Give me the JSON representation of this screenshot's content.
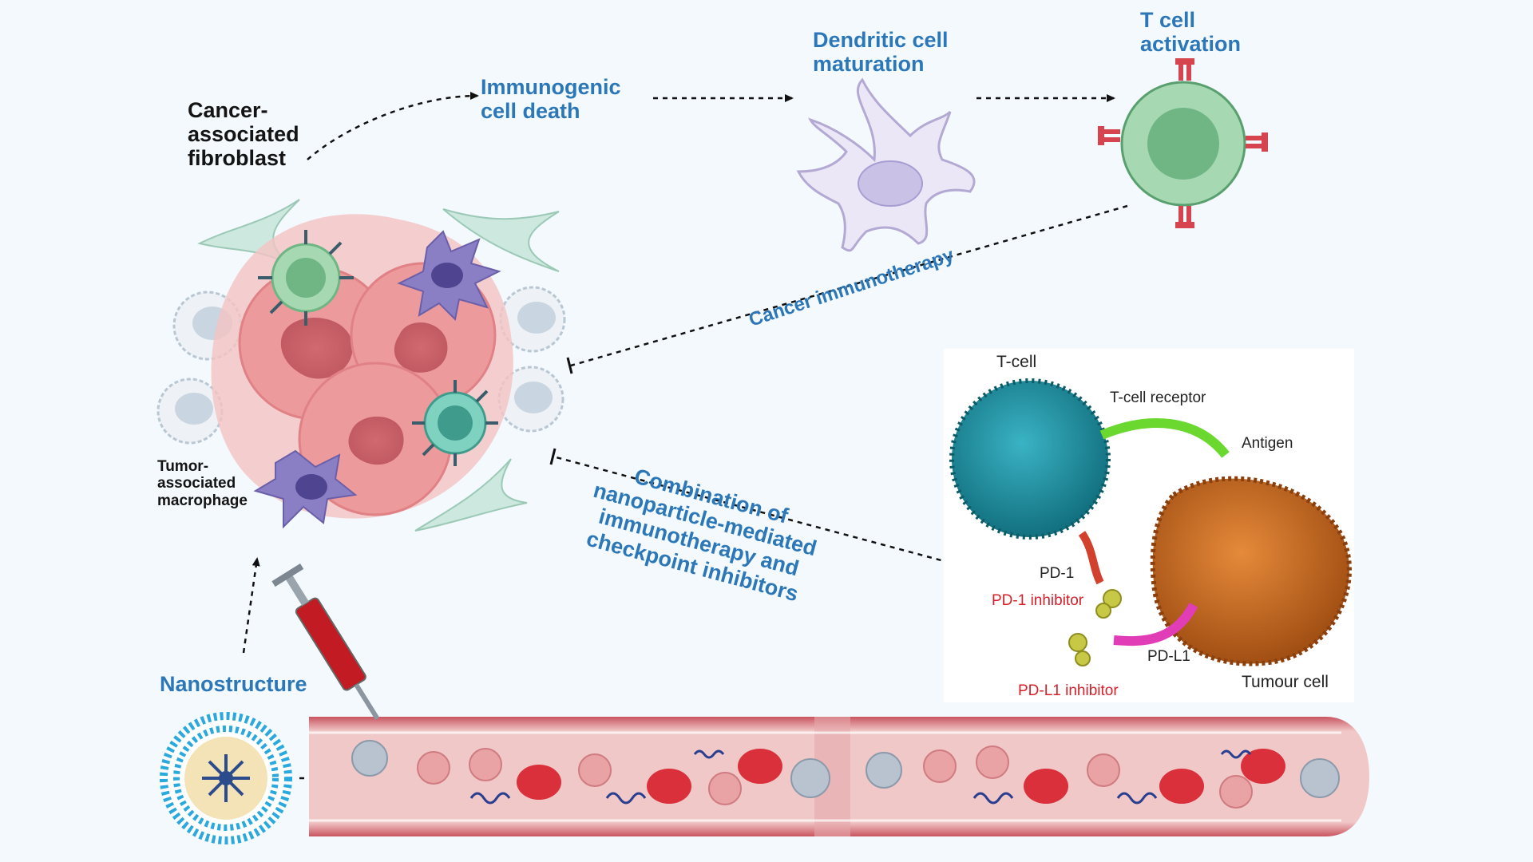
{
  "labels": {
    "caf": "Cancer-\nassociated\nfibroblast",
    "icd": "Immunogenic\ncell death",
    "dc": "Dendritic cell\nmaturation",
    "tcell_activation": "T cell\nactivation",
    "cancer_immunotherapy": "Cancer immunotherapy",
    "combination": "Combination of\nnanoparticle-mediated\nimmunotherapy and\ncheckpoint inhibitors",
    "tam": "Tumor-\nassociated\nmacrophage",
    "nanostructure": "Nanostructure"
  },
  "inset": {
    "tcell": "T-cell",
    "tcr": "T-cell receptor",
    "antigen": "Antigen",
    "pd1": "PD-1",
    "pd1_inhibitor": "PD-1 inhibitor",
    "pdl1": "PD-L1",
    "pdl1_inhibitor": "PD-L1 inhibitor",
    "tumour_cell": "Tumour cell"
  },
  "colors": {
    "label_blue": "#2b77b8",
    "tumor_pink": "#e8868a",
    "tcell_green": "#8fcf9f",
    "macrophage_purple": "#7b6fb8",
    "vessel_red": "#c9545f",
    "rbc_red": "#d9303c",
    "inset_tcell_teal": "#1f8ea3",
    "inset_tumour_orange": "#c8691e"
  }
}
